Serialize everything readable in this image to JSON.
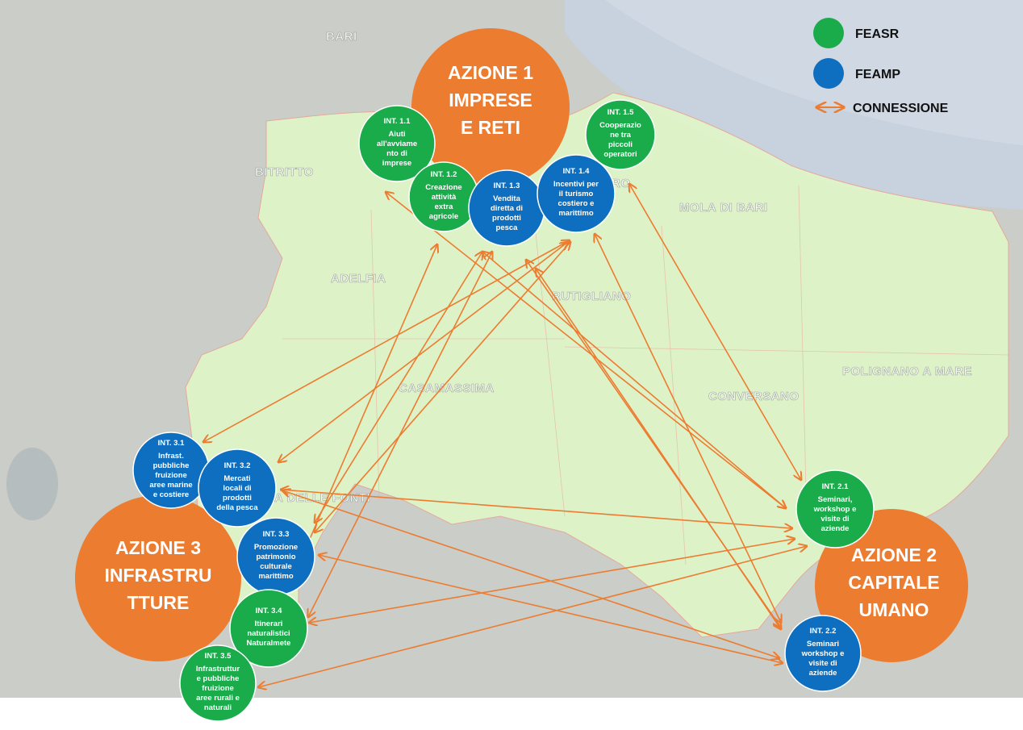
{
  "colors": {
    "feasr": "#1aab4b",
    "feamp": "#0e6fc0",
    "azione": "#ec7c30",
    "arrow": "#ec7c30",
    "land": "#dff3c8",
    "sea": "#c5cfdc",
    "terrain": "#b9bcb8"
  },
  "towns": {
    "bari": "BARI",
    "bitritto": "BITRITTO",
    "mola": "MOLA DI BARI",
    "adelfia": "ADELFIA",
    "rutigliano": "RUTIGLIANO",
    "casamassima": "CASAMASSIMA",
    "conversano": "CONVERSANO",
    "polignano": "POLIGNANO A MARE",
    "noicattaro": "RO",
    "acquaviva": "A DELLE FONTI"
  },
  "legend": {
    "feasr": "FEASR",
    "feamp": "FEAMP",
    "connessione": "CONNESSIONE"
  },
  "azioni": {
    "a1": [
      "AZIONE 1",
      "IMPRESE",
      "E RETI"
    ],
    "a2": [
      "AZIONE 2",
      "CAPITALE",
      "UMANO"
    ],
    "a3": [
      "AZIONE 3",
      "INFRASTRU",
      "TTURE"
    ]
  },
  "interventi": {
    "i11": {
      "fund": "feasr",
      "title": "INT. 1.1",
      "lines": [
        "Aiuti",
        "all'avviame",
        "nto di",
        "imprese"
      ]
    },
    "i12": {
      "fund": "feasr",
      "title": "INT. 1.2",
      "lines": [
        "Creazione",
        "attività",
        "extra",
        "agricole"
      ]
    },
    "i13": {
      "fund": "feamp",
      "title": "INT. 1.3",
      "lines": [
        "Vendita",
        "diretta di",
        "prodotti",
        "pesca"
      ]
    },
    "i14": {
      "fund": "feamp",
      "title": "INT. 1.4",
      "lines": [
        "Incentivi per",
        "il turismo",
        "costiero e",
        "marittimo"
      ]
    },
    "i15": {
      "fund": "feasr",
      "title": "INT. 1.5",
      "lines": [
        "Cooperazio",
        "ne tra",
        "piccoli",
        "operatori"
      ]
    },
    "i21": {
      "fund": "feasr",
      "title": "INT. 2.1",
      "lines": [
        "Seminari,",
        "workshop e",
        "visite di",
        "aziende"
      ]
    },
    "i22": {
      "fund": "feamp",
      "title": "INT. 2.2",
      "lines": [
        "Seminari",
        "workshop e",
        "visite di",
        "aziende"
      ]
    },
    "i31": {
      "fund": "feamp",
      "title": "INT. 3.1",
      "lines": [
        "Infrast.",
        "pubbliche",
        "fruizione",
        "aree marine",
        "e costiere"
      ]
    },
    "i32": {
      "fund": "feamp",
      "title": "INT. 3.2",
      "lines": [
        "Mercati",
        "locali di",
        "prodotti",
        "della pesca"
      ]
    },
    "i33": {
      "fund": "feamp",
      "title": "INT. 3.3",
      "lines": [
        "Promozione",
        "patrimonio",
        "culturale",
        "marittimo"
      ]
    },
    "i34": {
      "fund": "feasr",
      "title": "INT. 3.4",
      "lines": [
        "Itinerari",
        "naturalistici",
        "Naturalmete"
      ]
    },
    "i35": {
      "fund": "feasr",
      "title": "INT. 3.5",
      "lines": [
        "Infrastruttur",
        "e pubbliche",
        "fruizione",
        "aree rurali e",
        "naturali"
      ]
    }
  }
}
